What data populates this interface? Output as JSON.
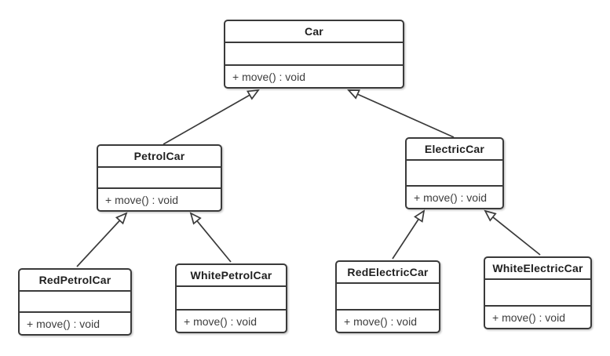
{
  "classes": {
    "car": {
      "name": "Car",
      "attributes": [],
      "methods": [
        "+ move() : void"
      ]
    },
    "petrol_car": {
      "name": "PetrolCar",
      "attributes": [],
      "methods": [
        "+ move() : void"
      ]
    },
    "electric_car": {
      "name": "ElectricCar",
      "attributes": [],
      "methods": [
        "+ move() : void"
      ]
    },
    "red_petrol_car": {
      "name": "RedPetrolCar",
      "attributes": [],
      "methods": [
        "+ move() : void"
      ]
    },
    "white_petrol_car": {
      "name": "WhitePetrolCar",
      "attributes": [],
      "methods": [
        "+ move() : void"
      ]
    },
    "red_electric_car": {
      "name": "RedElectricCar",
      "attributes": [],
      "methods": [
        "+ move() : void"
      ]
    },
    "white_electric_car": {
      "name": "WhiteElectricCar",
      "attributes": [],
      "methods": [
        "+ move() : void"
      ]
    }
  },
  "relations": [
    {
      "from": "PetrolCar",
      "to": "Car",
      "type": "generalization"
    },
    {
      "from": "ElectricCar",
      "to": "Car",
      "type": "generalization"
    },
    {
      "from": "RedPetrolCar",
      "to": "PetrolCar",
      "type": "generalization"
    },
    {
      "from": "WhitePetrolCar",
      "to": "PetrolCar",
      "type": "generalization"
    },
    {
      "from": "RedElectricCar",
      "to": "ElectricCar",
      "type": "generalization"
    },
    {
      "from": "WhiteElectricCar",
      "to": "ElectricCar",
      "type": "generalization"
    }
  ],
  "colors": {
    "stroke": "#3a3a3a",
    "shape_fill": "#ffffff",
    "title_text": "#1f1f1f",
    "member_text": "#3d3d3d",
    "background": "#ffffff"
  }
}
